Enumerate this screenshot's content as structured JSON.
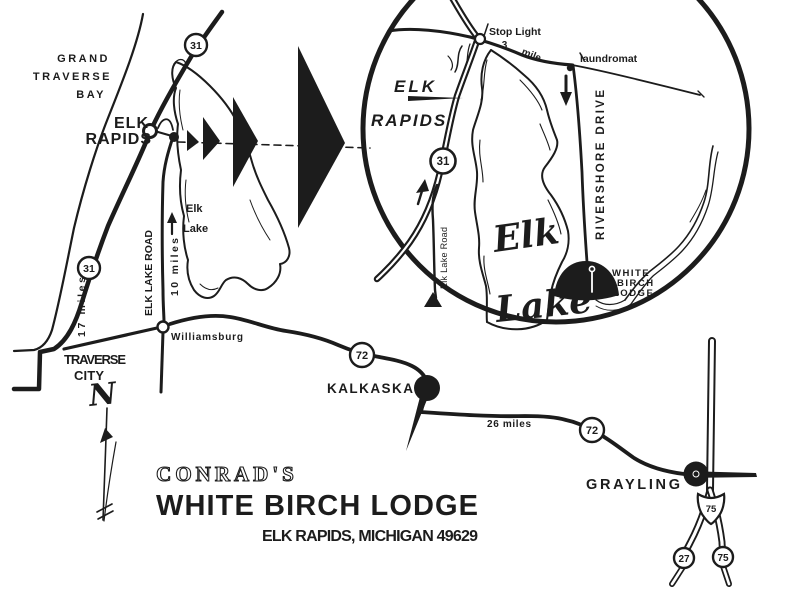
{
  "colors": {
    "ink": "#1c1c1c",
    "paper": "#ffffff"
  },
  "titleblock": {
    "owner": "CONRAD'S",
    "lodge": "WHITE BIRCH LODGE",
    "address": "ELK RAPIDS, MICHIGAN 49629"
  },
  "main_map": {
    "bay": {
      "line1": "GRAND",
      "line2": "TRAVERSE",
      "line3": "BAY"
    },
    "elk_rapids": {
      "line1": "ELK",
      "line2": "RAPIDS"
    },
    "traverse_city": {
      "line1": "TRAVERSE",
      "line2": "CITY"
    },
    "elk_lake": {
      "line1": "Elk",
      "line2": "Lake"
    },
    "elk_lake_road": "ELK LAKE ROAD",
    "dist_elk_rapids": "10 miles",
    "dist_traverse_city": "17 miles",
    "dist_grayling": "26 miles",
    "williamsburg": "Williamsburg",
    "kalkaska": "KALKASKA",
    "grayling": "GRAYLING",
    "north_letter": "N"
  },
  "inset": {
    "stop_light": "Stop Light",
    "dist_number": ".3",
    "dist_unit": "mile",
    "laundromat": "laundromat",
    "elk_rapids": {
      "line1": "ELK",
      "line2": "RAPIDS"
    },
    "rivershore_drive": "RIVERSHORE DRIVE",
    "elk_lake_road": "Elk Lake Road",
    "lake_script": {
      "line1": "Elk",
      "line2": "Lake"
    },
    "lodge": {
      "line1": "WHITE",
      "line2": "BIRCH",
      "line3": "LODGE"
    }
  },
  "shields": {
    "us31": "31",
    "m72": "72",
    "i75": "75",
    "us27": "27"
  }
}
